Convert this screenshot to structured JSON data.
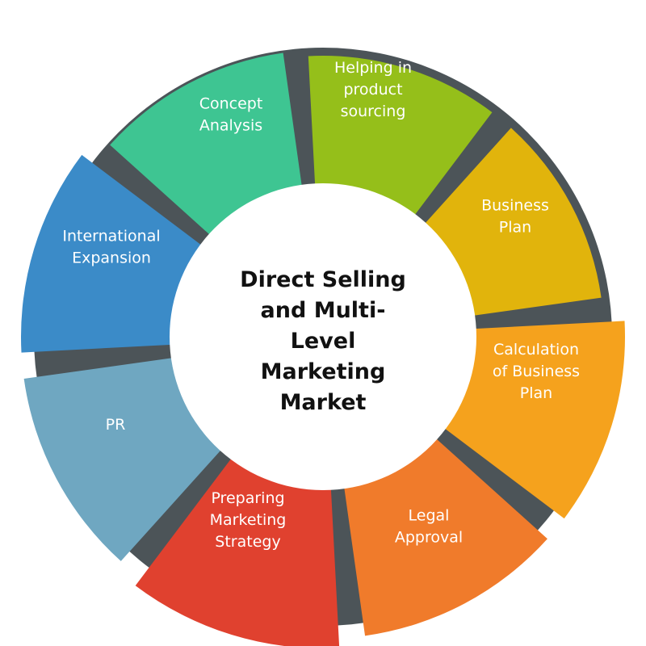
{
  "diagram": {
    "center_title_lines": [
      "Direct Selling",
      "and Multi-",
      "Level",
      "Marketing",
      "Market"
    ],
    "colors": {
      "ring": "#4c5458",
      "center": "#ffffff"
    },
    "segments": [
      {
        "id": "helping-in-product-sourcing",
        "lines": [
          "Helping in",
          "product",
          "sourcing"
        ],
        "color": "#95bf1a",
        "accent": "#b3d94a"
      },
      {
        "id": "business-plan",
        "lines": [
          "Business",
          "Plan"
        ],
        "color": "#e1b40c",
        "accent": "#f2d24a"
      },
      {
        "id": "calculation-of-business-plan",
        "lines": [
          "Calculation",
          "of Business",
          "Plan"
        ],
        "color": "#f5a21d",
        "accent": "#f9c86a"
      },
      {
        "id": "legal-approval",
        "lines": [
          "Legal",
          "Approval"
        ],
        "color": "#f07b2b",
        "accent": "#f6a868"
      },
      {
        "id": "preparing-marketing-strategy",
        "lines": [
          "Preparing",
          "Marketing",
          "Strategy"
        ],
        "color": "#e0412f",
        "accent": "#ee6a5a"
      },
      {
        "id": "pr",
        "lines": [
          "PR"
        ],
        "color": "#6fa7c1",
        "accent": "#27a7d8"
      },
      {
        "id": "international-expansion",
        "lines": [
          "International",
          "Expansion"
        ],
        "color": "#3b8bc8",
        "accent": "#8cc9ee"
      },
      {
        "id": "concept-analysis",
        "lines": [
          "Concept",
          "Analysis"
        ],
        "color": "#3ec592",
        "accent": "#45e0a8"
      }
    ]
  }
}
